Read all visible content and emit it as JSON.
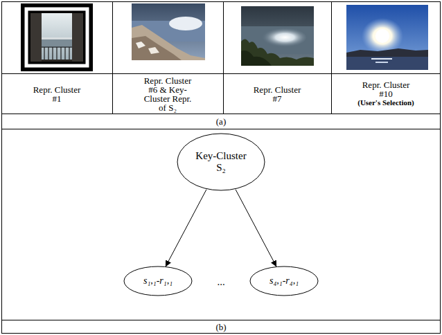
{
  "diagram": {
    "nodes": [
      {
        "text": [
          "Key-Cluster S₂"
        ]
      },
      {
        "text": [
          "s₁,₁-r₁,₁"
        ]
      },
      {
        "text": [
          "s₄,₁-r₄,₁"
        ]
      }
    ],
    "edges": [
      {
        "from": 0,
        "to": 1,
        "arrow": "to"
      },
      {
        "from": 0,
        "to": 2,
        "arrow": "to"
      }
    ],
    "labels": [
      "Repr. Cluster #1",
      "Repr. Cluster #6 & Key-Cluster Repr. of S₂",
      "Repr. Cluster #7",
      "Repr. Cluster #10",
      "(User's Selection)",
      "(a)",
      "...",
      "(b)"
    ]
  }
}
